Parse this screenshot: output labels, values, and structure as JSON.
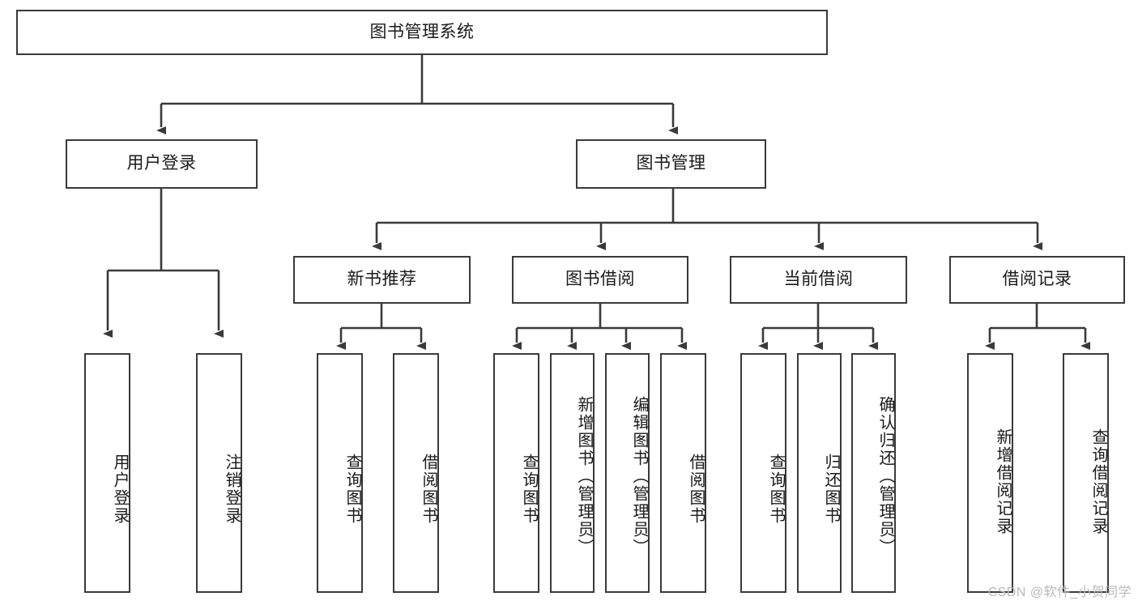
{
  "diagram": {
    "title": "图书管理系统",
    "type": "tree-hierarchy-chart",
    "orientation": "top-down",
    "colors": {
      "stroke": "#3a3a3a",
      "fill": "#ffffff",
      "text": "#1a1a1a",
      "watermark": "#b9b9b9"
    },
    "root": {
      "label": "图书管理系统"
    },
    "level2": [
      {
        "label": "用户登录"
      },
      {
        "label": "图书管理"
      }
    ],
    "level3": [
      {
        "label": "新书推荐"
      },
      {
        "label": "图书借阅"
      },
      {
        "label": "当前借阅"
      },
      {
        "label": "借阅记录"
      }
    ],
    "leaves": {
      "user_login": [
        {
          "label": "用户登录"
        },
        {
          "label": "注销登录"
        }
      ],
      "new_book_recommend": [
        {
          "label": "查询图书"
        },
        {
          "label": "借阅图书"
        }
      ],
      "book_borrow": [
        {
          "label": "查询图书"
        },
        {
          "label": "新增图书（管理员）"
        },
        {
          "label": "编辑图书（管理员）"
        },
        {
          "label": "借阅图书"
        }
      ],
      "current_borrow": [
        {
          "label": "查询图书"
        },
        {
          "label": "归还图书"
        },
        {
          "label": "确认归还（管理员）"
        }
      ],
      "borrow_record": [
        {
          "label": "新增借阅记录"
        },
        {
          "label": "查询借阅记录"
        }
      ]
    },
    "watermark": "CSDN @软件_小贺同学"
  }
}
